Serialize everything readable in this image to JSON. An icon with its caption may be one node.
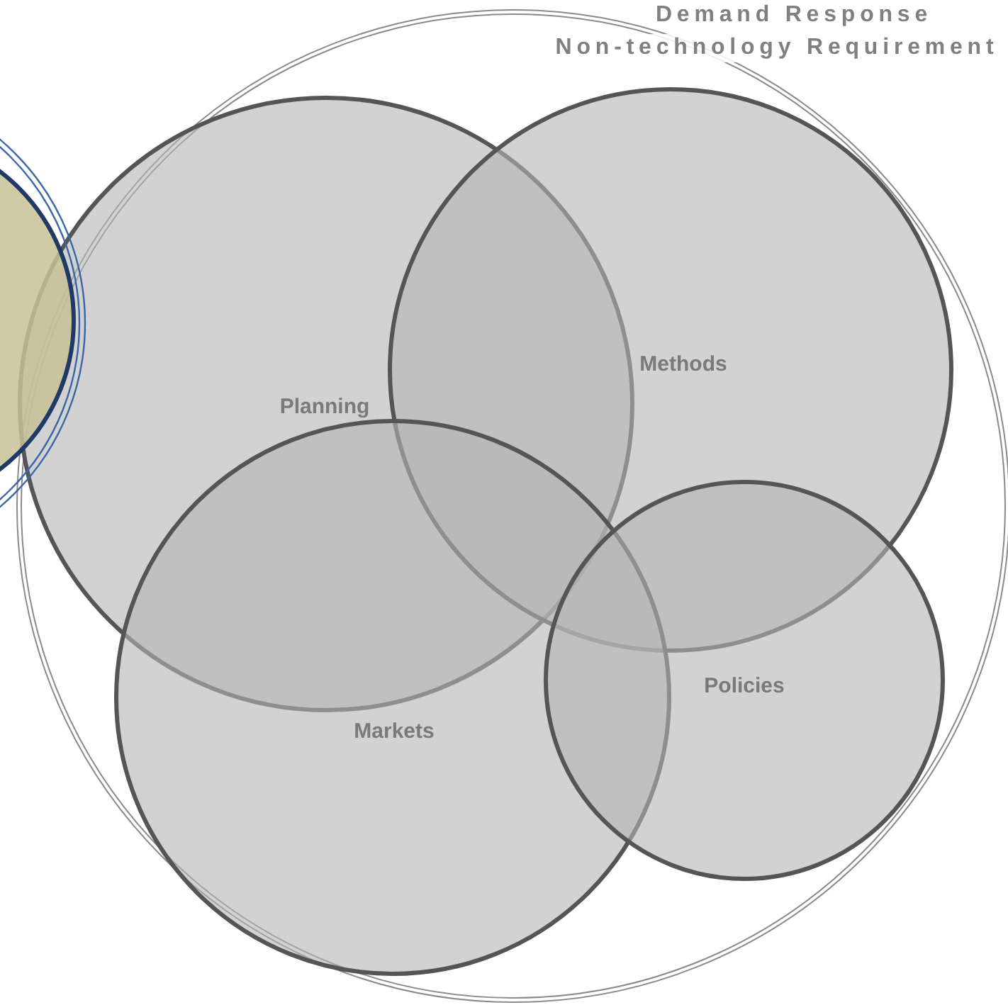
{
  "diagram": {
    "nodes": [
      {
        "text": [
          "Demand Response",
          "Non-technology Requirement"
        ]
      },
      {
        "text": [],
        "shape": "circle"
      },
      {
        "text": [],
        "shape": "circle",
        "in": 1
      },
      {
        "text": [
          "Planning"
        ],
        "in": 0
      },
      {
        "text": [
          "Methods"
        ],
        "in": 0
      },
      {
        "text": [
          "Markets"
        ],
        "in": 0
      },
      {
        "text": [
          "Policies"
        ],
        "in": 0
      }
    ]
  }
}
